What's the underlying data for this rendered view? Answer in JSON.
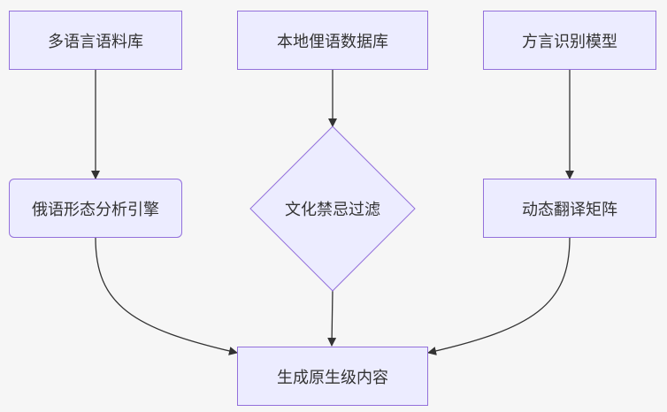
{
  "nodes": {
    "multilingual_corpus": "多语言语料库",
    "local_slang_db": "本地俚语数据库",
    "dialect_model": "方言识别模型",
    "russian_morph_engine": "俄语形态分析引擎",
    "cultural_taboo_filter": "文化禁忌过滤",
    "dynamic_translation_matrix": "动态翻译矩阵",
    "native_content_generation": "生成原生级内容"
  },
  "colors": {
    "node_fill": "#ececff",
    "node_border": "#9370db",
    "edge": "#333333",
    "background": "#f6f6f6"
  }
}
